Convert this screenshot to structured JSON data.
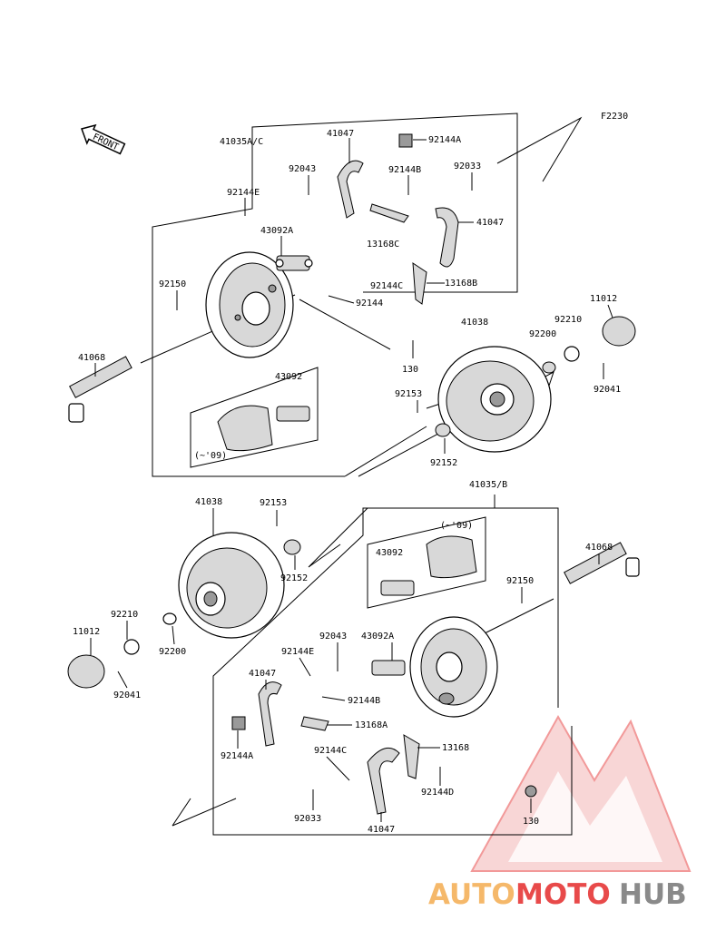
{
  "figure_code": "F2230",
  "front_label": "FRONT",
  "labels": {
    "l41035ac": "41035A/C",
    "l41047a": "41047",
    "l92144a_top": "92144A",
    "l92043_top": "92043",
    "l92144b_top": "92144B",
    "l92033_top": "92033",
    "l92144e_top": "92144E",
    "l43092a_top": "43092A",
    "l13168c": "13168C",
    "l41047b": "41047",
    "l92150_top": "92150",
    "l92144c_top": "92144C",
    "l13168b": "13168B",
    "l92144_top": "92144",
    "l11012_top": "11012",
    "l41038_top": "41038",
    "l92210_top": "92210",
    "l92200_top": "92200",
    "l41068_top": "41068",
    "l130_top": "130",
    "l92041_top": "92041",
    "l43092_top": "43092",
    "l92153_top": "92153",
    "l09_top": "(~'09)",
    "l92152_top": "92152",
    "l41035b": "41035/B",
    "l41038_bot": "41038",
    "l92153_bot": "92153",
    "l09_bot": "(~'09)",
    "l43092_bot": "43092",
    "l41068_bot": "41068",
    "l92152_bot": "92152",
    "l92150_bot": "92150",
    "l92210_bot": "92210",
    "l11012_bot": "11012",
    "l92200_bot": "92200",
    "l92043_bot": "92043",
    "l43092a_bot": "43092A",
    "l92144e_bot": "92144E",
    "l41047_bot1": "41047",
    "l92041_bot": "92041",
    "l92144b_bot": "92144B",
    "l13168a": "13168A",
    "l92144a_bot": "92144A",
    "l92144c_bot": "92144C",
    "l13168_bot": "13168",
    "l92144d": "92144D",
    "l130_bot": "130",
    "l92033_bot": "92033",
    "l41047_bot2": "41047"
  },
  "watermark": {
    "part1": "AUTO",
    "part2": "MOTO",
    "part3": "HUB",
    "color1": "#f5b86a",
    "color2": "#e84a4a",
    "color3": "#8a8a8a"
  }
}
